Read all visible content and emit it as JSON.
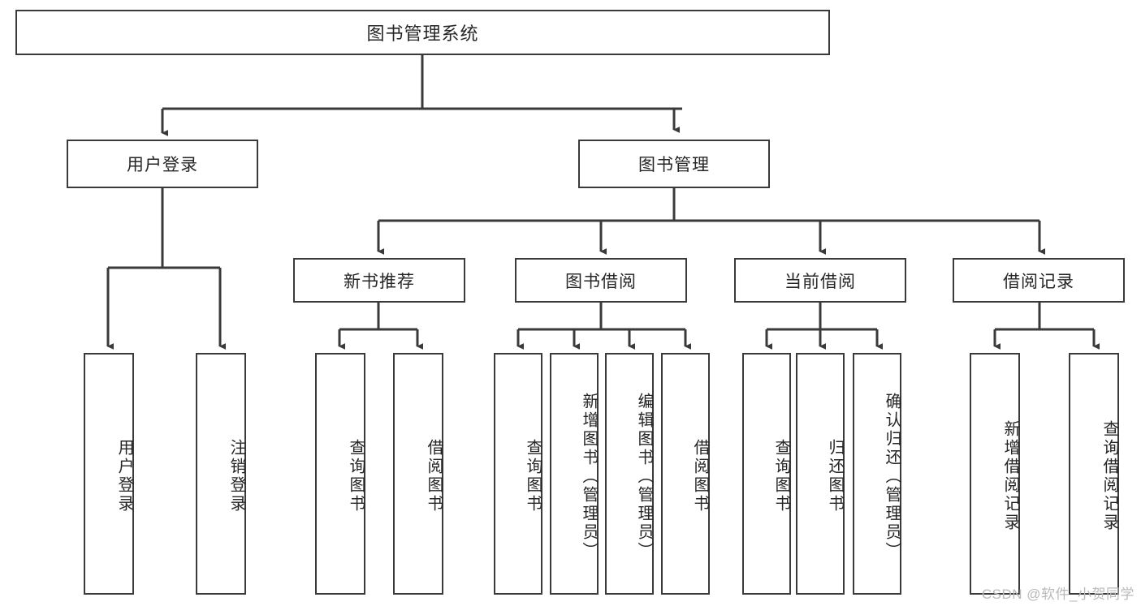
{
  "diagram": {
    "title": "图书管理系统",
    "watermark": "CSDN @软件_小贺同学",
    "colors": {
      "box_border": "#3a3a3a",
      "box_fill": "#ffffff",
      "text": "#262626",
      "connector": "#3a3a3a",
      "watermark": "#b9b9b9",
      "background": "#ffffff"
    },
    "root": {
      "label": "图书管理系统"
    },
    "level1": [
      {
        "label": "用户登录"
      },
      {
        "label": "图书管理"
      }
    ],
    "level2": [
      {
        "label": "新书推荐"
      },
      {
        "label": "图书借阅"
      },
      {
        "label": "当前借阅"
      },
      {
        "label": "借阅记录"
      }
    ],
    "leaves": {
      "user_login": [
        {
          "label": "用户登录"
        },
        {
          "label": "注销登录"
        }
      ],
      "new_book": [
        {
          "label": "查询图书"
        },
        {
          "label": "借阅图书"
        }
      ],
      "book_borrow": [
        {
          "label": "查询图书"
        },
        {
          "label": "新增图书（管理员）"
        },
        {
          "label": "编辑图书（管理员）"
        },
        {
          "label": "借阅图书"
        }
      ],
      "current_borrow": [
        {
          "label": "查询图书"
        },
        {
          "label": "归还图书"
        },
        {
          "label": "确认归还（管理员）"
        }
      ],
      "borrow_record": [
        {
          "label": "新增借阅记录"
        },
        {
          "label": "查询借阅记录"
        }
      ]
    }
  }
}
